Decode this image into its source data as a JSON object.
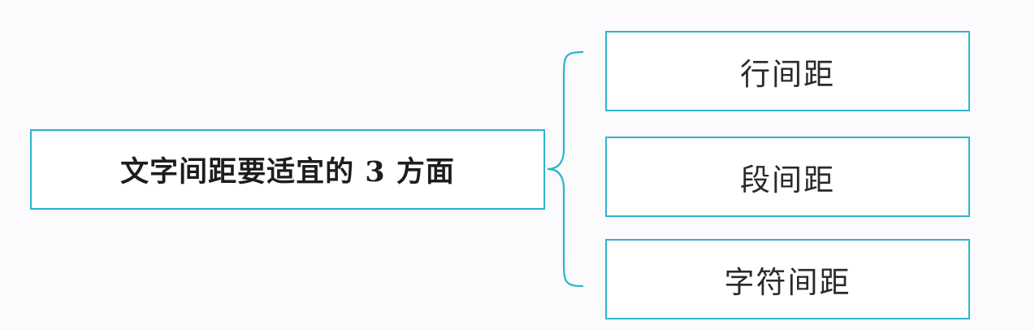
{
  "diagram": {
    "main_topic": "文字间距要适宜的 3 方面",
    "items": [
      {
        "label": "行间距"
      },
      {
        "label": "段间距"
      },
      {
        "label": "字符间距"
      }
    ],
    "colors": {
      "border": "#2eb3cf",
      "text": "#1d1d1d",
      "background": "#fbfbfd"
    }
  }
}
